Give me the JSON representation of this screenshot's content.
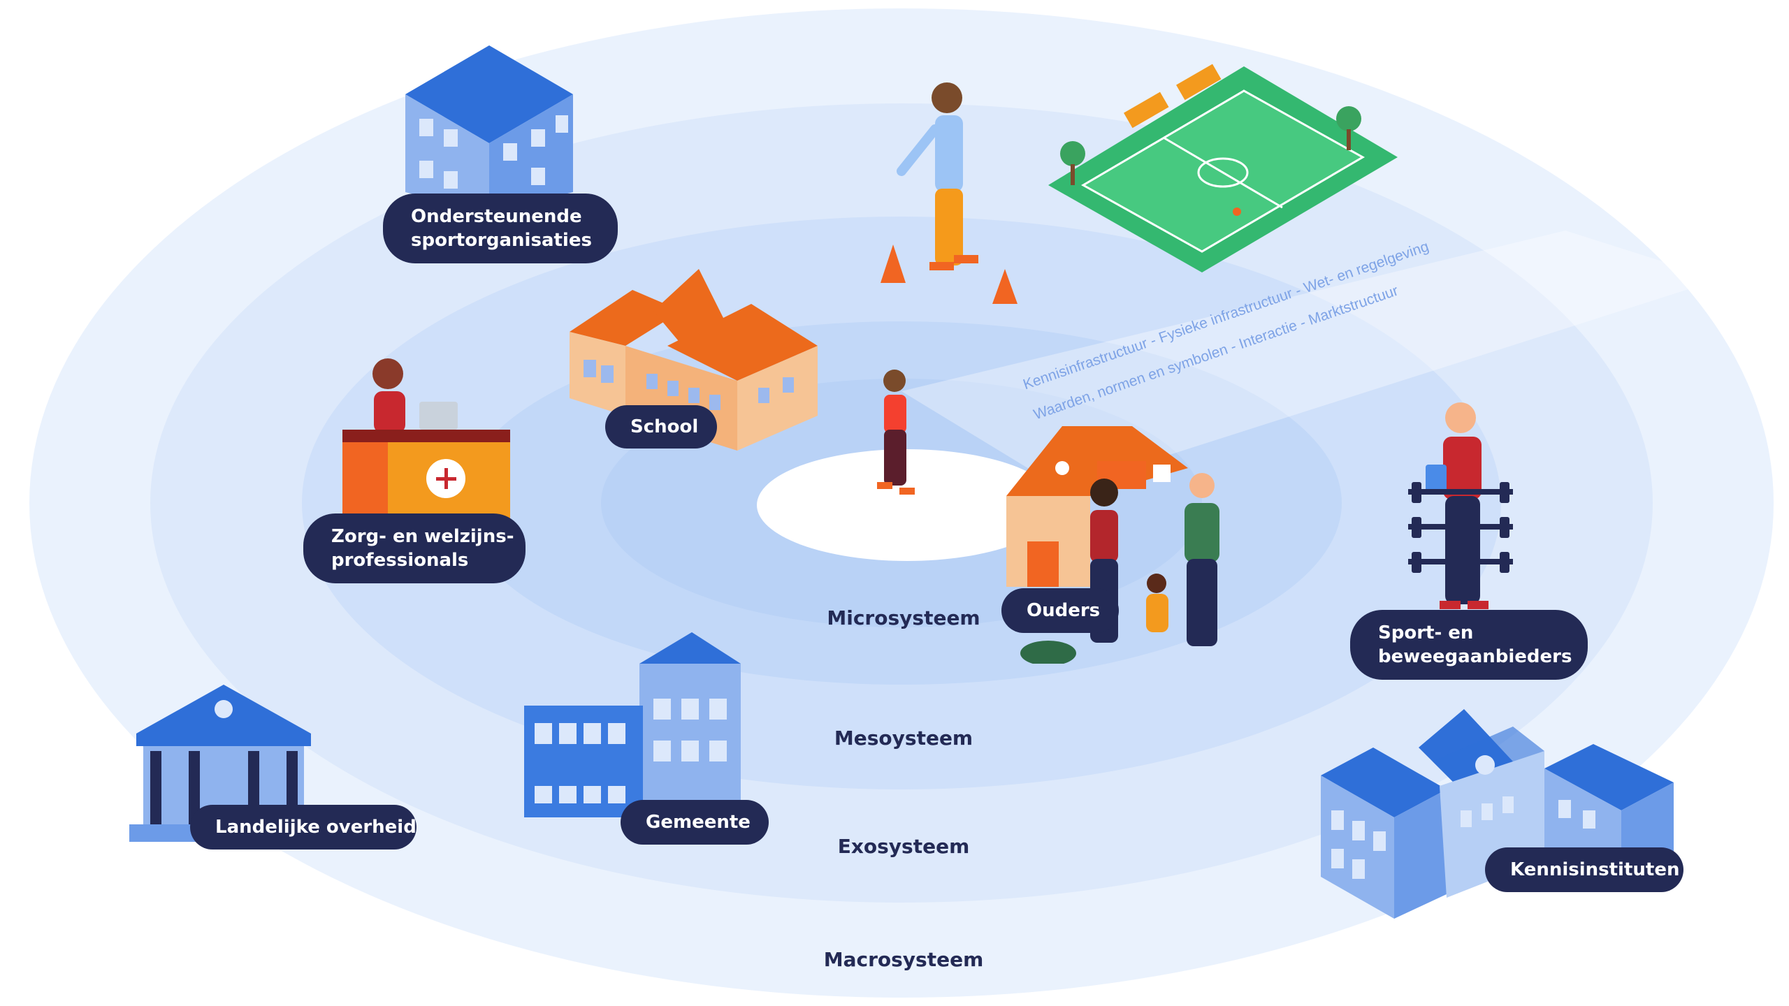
{
  "rings": {
    "micro": "Microsysteem",
    "meso": "Mesoysteem",
    "exo": "Exosysteem",
    "macro": "Macrosysteem"
  },
  "macro_text": {
    "line1": "Kennisinfrastructuur - Fysieke infrastructuur - Wet- en regelgeving",
    "line2": "Waarden, normen en symbolen - Interactie - Marktstructuur"
  },
  "labels": {
    "sportorg": [
      "Ondersteunende",
      "sportorganisaties"
    ],
    "school": "School",
    "zorg": [
      "Zorg- en welzijns-",
      "professionals"
    ],
    "ouders": "Ouders",
    "sport_aanbieders": [
      "Sport- en",
      "beweegaanbieders"
    ],
    "overheid": "Landelijke overheid",
    "gemeente": "Gemeente",
    "kennis": "Kennisinstituten"
  },
  "colors": {
    "ring_outer": "#eaf2fd",
    "ring_exo": "#dbe8fb",
    "ring_meso": "#ccdef9",
    "ring_micro": "#bcd4f7",
    "center": "#ffffff",
    "pill": "#232a55",
    "building_blue": "#3b7be0",
    "building_orange": "#ec6a1c"
  }
}
